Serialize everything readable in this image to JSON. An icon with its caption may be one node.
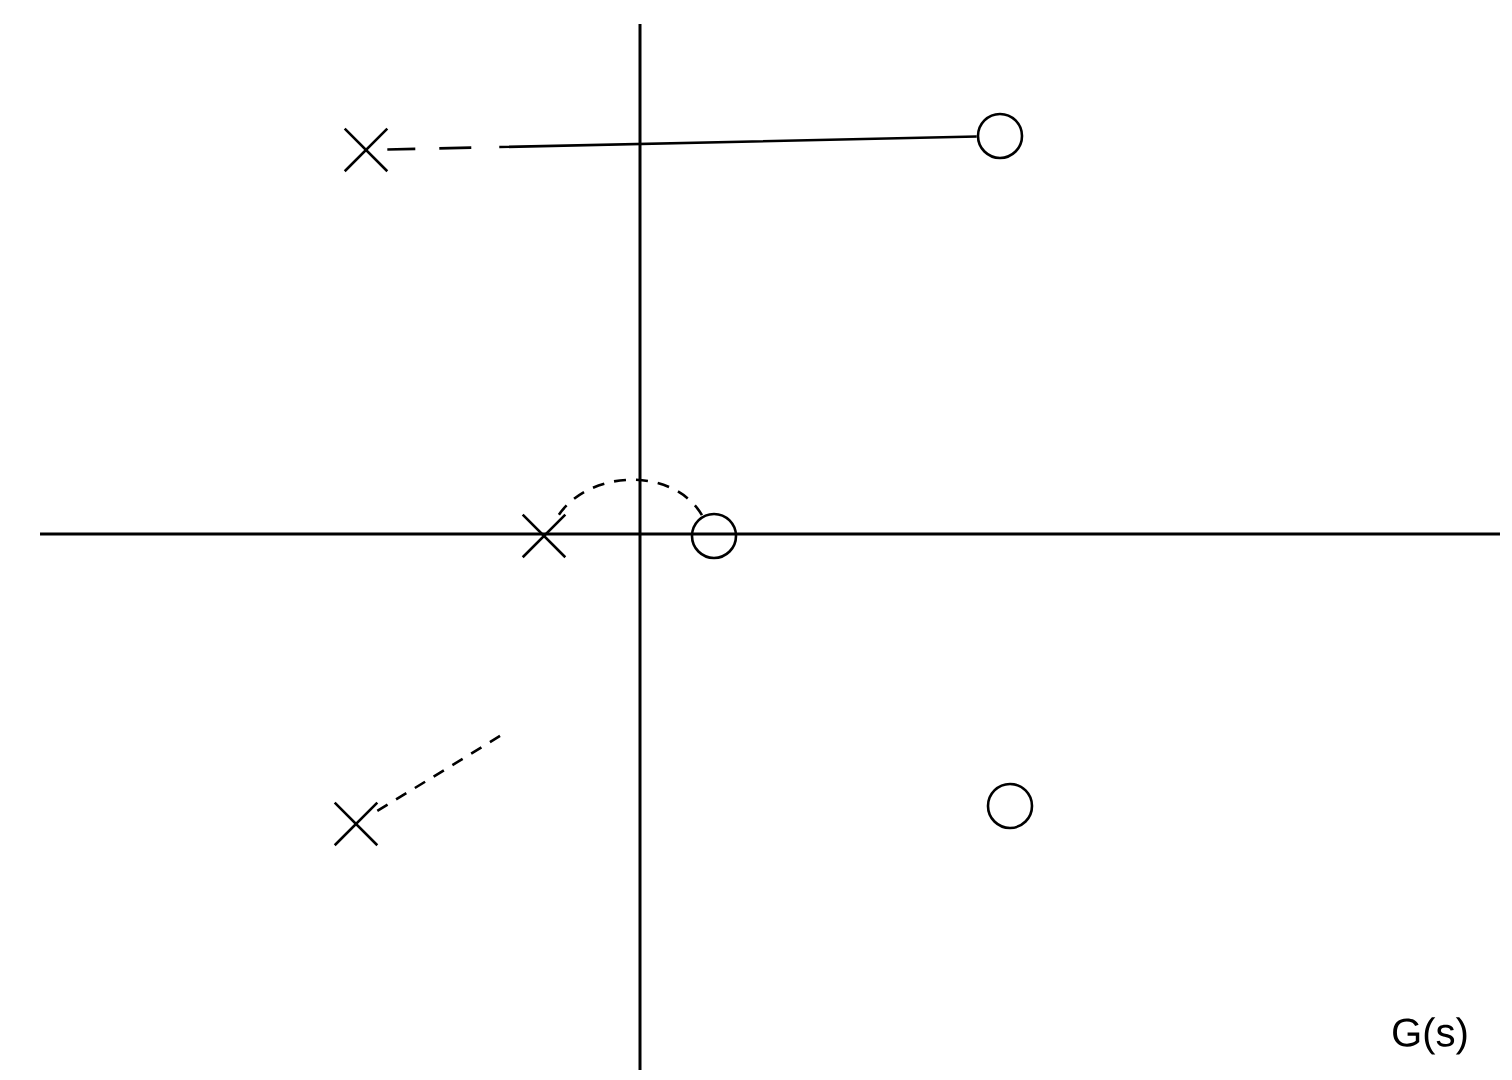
{
  "diagram": {
    "nodes": [
      {
        "text": [],
        "shape": "cross"
      },
      {
        "text": [],
        "shape": "circle"
      },
      {
        "text": [],
        "shape": "cross"
      },
      {
        "text": [],
        "shape": "circle"
      },
      {
        "text": [],
        "shape": "cross"
      },
      {
        "text": [],
        "shape": "circle"
      }
    ],
    "edges": [
      {
        "from": 0,
        "to": 1,
        "arrow": "none"
      },
      {
        "from": 2,
        "to": 3,
        "arrow": "none",
        "style": "dashed"
      },
      {
        "from": 4,
        "to": null,
        "arrow": "none",
        "style": "dashed"
      }
    ],
    "labels": [
      "G(s)"
    ]
  }
}
